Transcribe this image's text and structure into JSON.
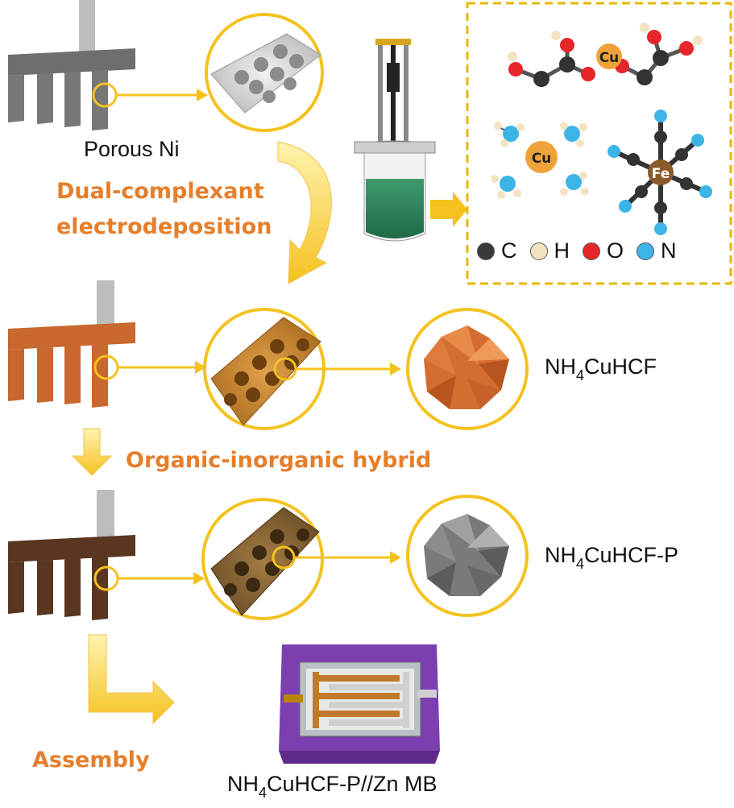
{
  "labels": {
    "porous_ni": "Porous Ni",
    "step1_line1": "Dual-complexant",
    "step1_line2": "electrodeposition",
    "step2": "Organic-inorganic hybrid",
    "step3": "Assembly"
  },
  "products": {
    "p1": {
      "prefix": "NH",
      "sub": "4",
      "suffix": "CuHCF"
    },
    "p2": {
      "prefix": "NH",
      "sub": "4",
      "suffix": "CuHCF-P"
    },
    "p3": {
      "prefix": "NH",
      "sub": "4",
      "suffix": "CuHCF-P//Zn MB"
    }
  },
  "molecules": {
    "cu_label": "Cu",
    "fe_label": "Fe"
  },
  "legend": [
    {
      "symbol": "C",
      "color": "#3a3a3a"
    },
    {
      "symbol": "H",
      "color": "#f3e3c3"
    },
    {
      "symbol": "O",
      "color": "#e5262a"
    },
    {
      "symbol": "N",
      "color": "#3cb4e6"
    }
  ],
  "colors": {
    "accent_orange": "#e67e2a",
    "connector_yellow": "#f4c21f",
    "nickel": "#777777",
    "cuhcf": "#c8672e",
    "cuhcf_p": "#5a3620",
    "device_purple": "#7c3fb0"
  }
}
